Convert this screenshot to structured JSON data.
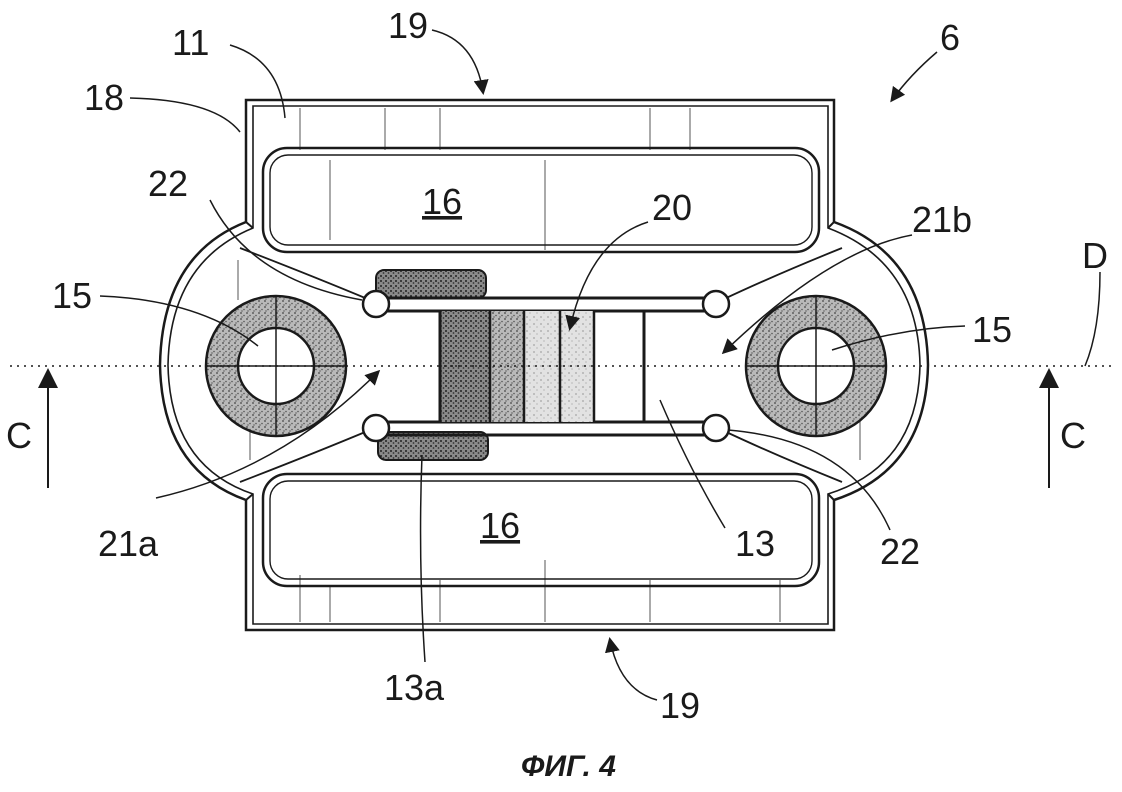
{
  "figure": {
    "caption": "ФИГ. 4",
    "labels": {
      "assembly": "6",
      "body": "11",
      "edge": "18",
      "face_top": "19",
      "face_bottom": "19",
      "pocket_top": "16",
      "pocket_bottom": "16",
      "hole_left": "15",
      "hole_right": "15",
      "slot_top": "22",
      "slot_bottom": "22",
      "center": "20",
      "taper_left": "21a",
      "taper_right": "21b",
      "bridge": "13",
      "bridge_part": "13a",
      "section_left": "C",
      "section_right": "C",
      "axis": "D"
    }
  }
}
